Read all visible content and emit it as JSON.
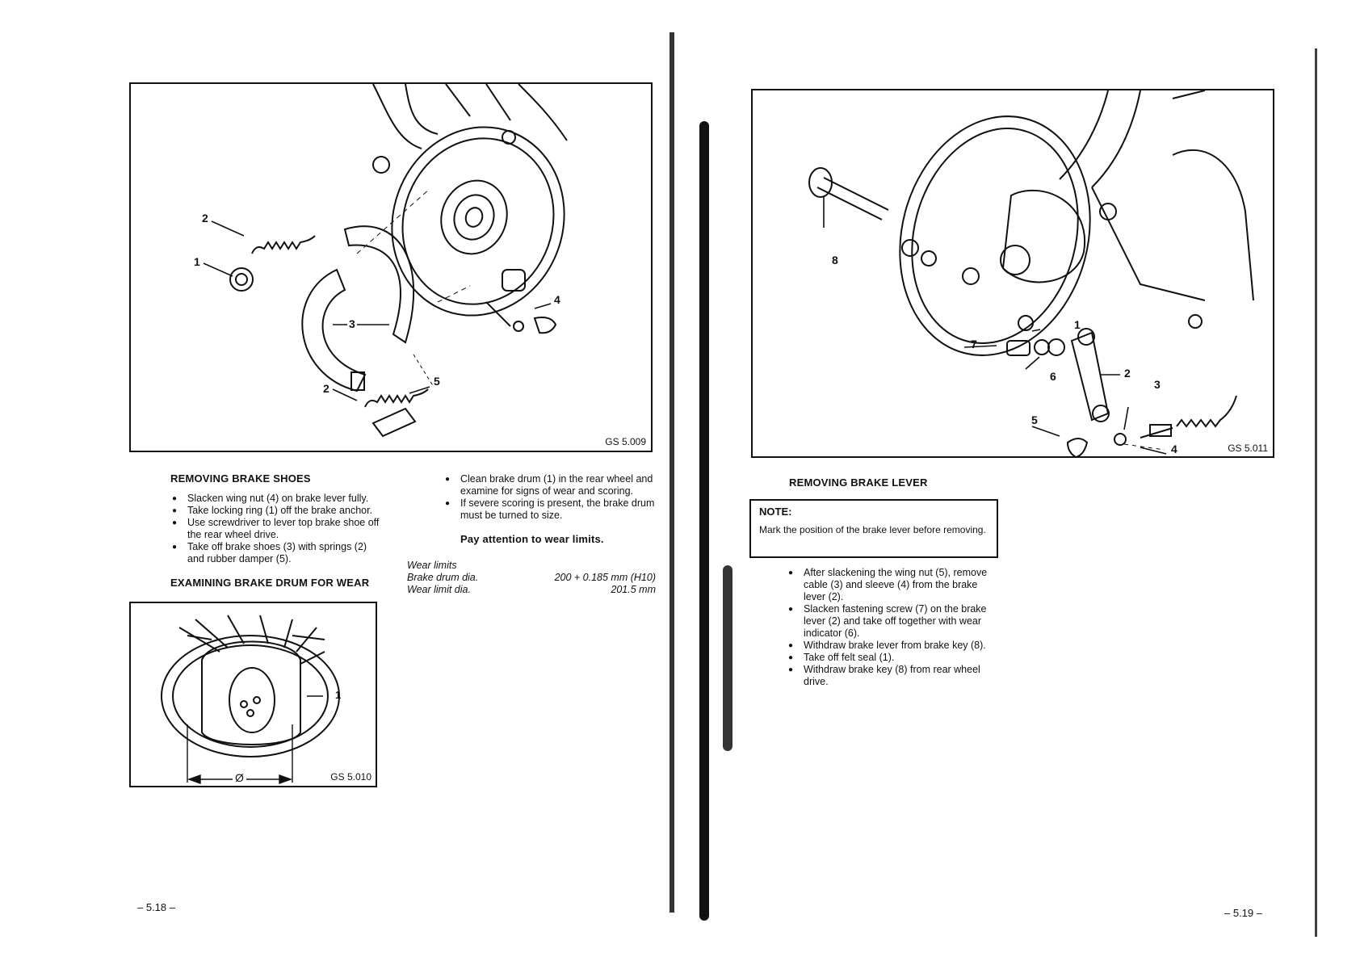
{
  "left_page": {
    "figure_top": {
      "code": "GS 5.009",
      "callouts": [
        "1",
        "2",
        "3",
        "4",
        "2",
        "5"
      ]
    },
    "section1_title": "REMOVING BRAKE SHOES",
    "section1_items": [
      "Slacken wing nut (4) on brake lever fully.",
      "Take locking ring (1) off the brake anchor.",
      "Use screwdriver to lever top brake shoe off the rear wheel drive.",
      "Take off brake shoes (3) with springs (2) and rubber damper (5)."
    ],
    "section2_title": "EXAMINING BRAKE DRUM FOR WEAR",
    "figure_bottom": {
      "code": "GS 5.010",
      "callouts": [
        "1"
      ],
      "diameter_symbol": "Ø"
    },
    "col2_items": [
      "Clean brake drum (1) in the rear wheel and examine for signs of wear and scoring.",
      "If severe scoring is present, the brake drum must be turned to size."
    ],
    "wear_heading": "Pay attention to wear limits.",
    "wear_limits": {
      "title": "Wear limits",
      "rows": [
        {
          "label": "Brake drum dia.",
          "value": "200 + 0.185 mm (H10)"
        },
        {
          "label": "Wear limit dia.",
          "value": "201.5 mm"
        }
      ]
    },
    "page_number": "– 5.18 –"
  },
  "right_page": {
    "figure": {
      "code": "GS 5.011",
      "callouts": [
        "8",
        "1",
        "7",
        "6",
        "2",
        "3",
        "5",
        "4"
      ]
    },
    "section_title": "REMOVING BRAKE LEVER",
    "note": {
      "title": "NOTE:",
      "text": "Mark the position of the brake lever before removing."
    },
    "items": [
      "After slackening the wing nut (5), remove cable (3) and sleeve (4) from the brake lever (2).",
      "Slacken fastening screw (7) on the brake lever (2) and take off together with wear indicator (6).",
      "Withdraw brake lever from brake key (8).",
      "Take off felt seal (1).",
      "Withdraw brake key (8) from rear wheel drive."
    ],
    "page_number": "– 5.19 –"
  }
}
